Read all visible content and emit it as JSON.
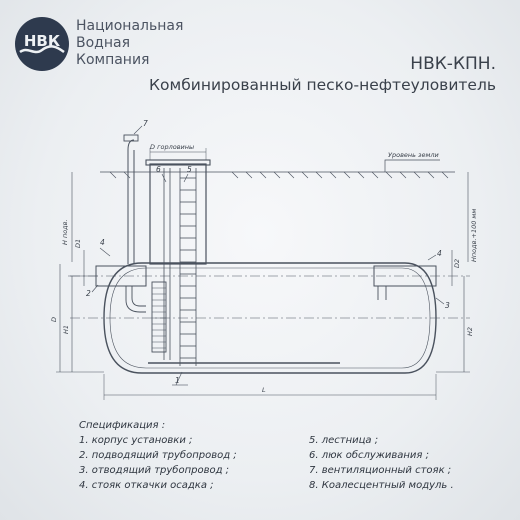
{
  "header": {
    "company_lines": [
      "Национальная",
      "Водная",
      "Компания"
    ],
    "logo_text": "НВК",
    "title_code": "НВК-КПН.",
    "title_name": "Комбинированный песко-нефтеуловитель"
  },
  "drawing": {
    "labels": {
      "n1": "1",
      "n2": "2",
      "n3": "3",
      "n4": "4",
      "n4b": "4",
      "n5": "5",
      "n6": "6",
      "n7": "7",
      "d_neck": "D горловины",
      "ground_level": "Уровень земли",
      "h_pod": "Н подв.",
      "d1": "D1",
      "d2": "D2",
      "h_podv_100": "Нподв.+100 мм",
      "d": "D",
      "h1": "Н1",
      "h2": "Н2",
      "l": "L"
    }
  },
  "spec": {
    "title": "Спецификация :",
    "items_left": [
      "1. корпус установки ;",
      "2. подводящий трубопровод ;",
      "3. отводящий трубопровод ;",
      "4. стояк откачки осадка ;"
    ],
    "items_right": [
      "5. лестница ;",
      "6. люк обслуживания ;",
      "7. вентиляционный стояк ;",
      "8. Коалесцентный модуль ."
    ]
  },
  "colors": {
    "background": "#eef1f4",
    "line": "#4a525e",
    "logo": "#2e3a4e"
  }
}
